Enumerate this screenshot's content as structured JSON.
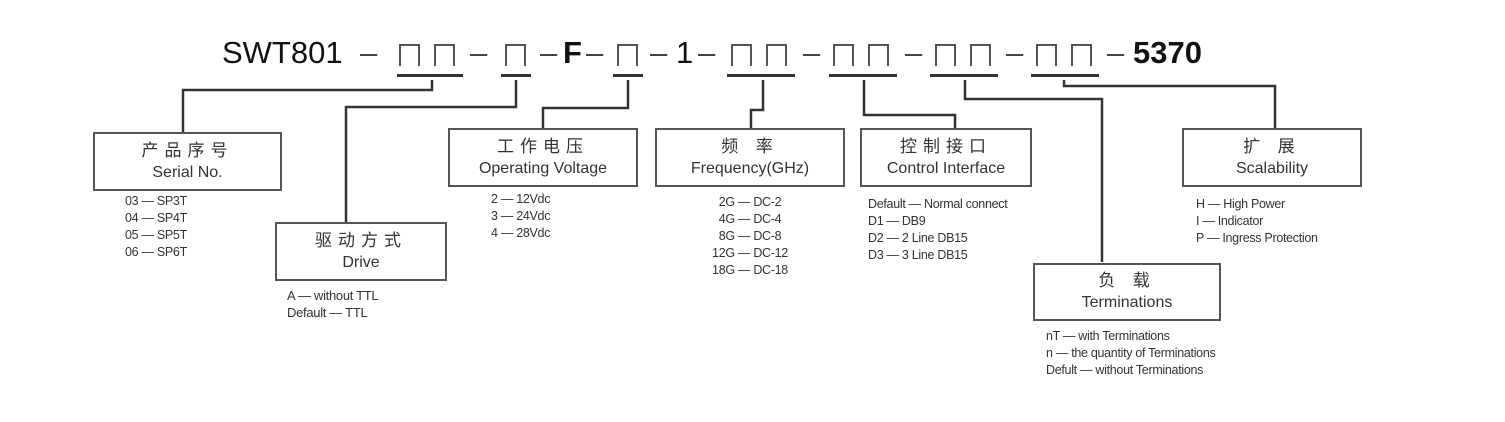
{
  "model_code": {
    "prefix": "SWT801",
    "separator": "–",
    "fixed_f": "F",
    "fixed_1": "1",
    "suffix": "5370",
    "slot_glyph": "□"
  },
  "fields": {
    "serial": {
      "cn": "产品序号",
      "en": "Serial No.",
      "options": [
        "03 — SP3T",
        "04 — SP4T",
        "05 — SP5T",
        "06 — SP6T"
      ]
    },
    "drive": {
      "cn": "驱动方式",
      "en": "Drive",
      "options": [
        "A — without TTL",
        "Default — TTL"
      ]
    },
    "voltage": {
      "cn": "工作电压",
      "en": "Operating Voltage",
      "options": [
        "2 — 12Vdc",
        "3 — 24Vdc",
        "4 — 28Vdc"
      ]
    },
    "frequency": {
      "cn": "频 率",
      "en": "Frequency(GHz)",
      "options": [
        "2G — DC-2",
        "4G — DC-4",
        "8G — DC-8",
        "12G — DC-12",
        "18G — DC-18"
      ]
    },
    "control": {
      "cn": "控制接口",
      "en": "Control Interface",
      "options": [
        "Default — Normal connect",
        "D1 — DB9",
        "D2 — 2 Line DB15",
        "D3 — 3 Line DB15"
      ]
    },
    "terminations": {
      "cn": "负 载",
      "en": "Terminations",
      "options": [
        "nT — with Terminations",
        "n — the quantity of Terminations",
        "Defult — without Terminations"
      ]
    },
    "scalability": {
      "cn": "扩 展",
      "en": "Scalability",
      "options": [
        "H — High Power",
        "I — Indicator",
        "P — Ingress Protection"
      ]
    }
  },
  "colors": {
    "line": "#333333",
    "box_border": "#555555",
    "text": "#222222"
  }
}
